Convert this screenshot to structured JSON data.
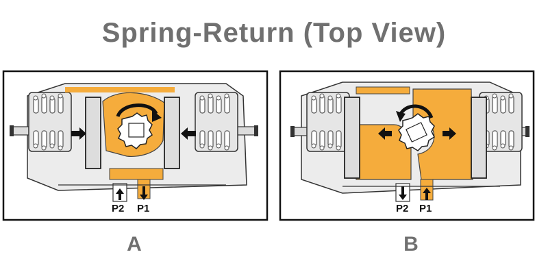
{
  "title": "Spring-Return (Top View)",
  "panels": [
    {
      "caption": "A",
      "ports": [
        "P2",
        "P1"
      ]
    },
    {
      "caption": "B",
      "ports": [
        "P2",
        "P1"
      ]
    }
  ],
  "colors": {
    "fluid": "#f5ac3c",
    "body_fill": "#e8e8e8",
    "outline": "#111111",
    "text_gray": "#707070"
  }
}
